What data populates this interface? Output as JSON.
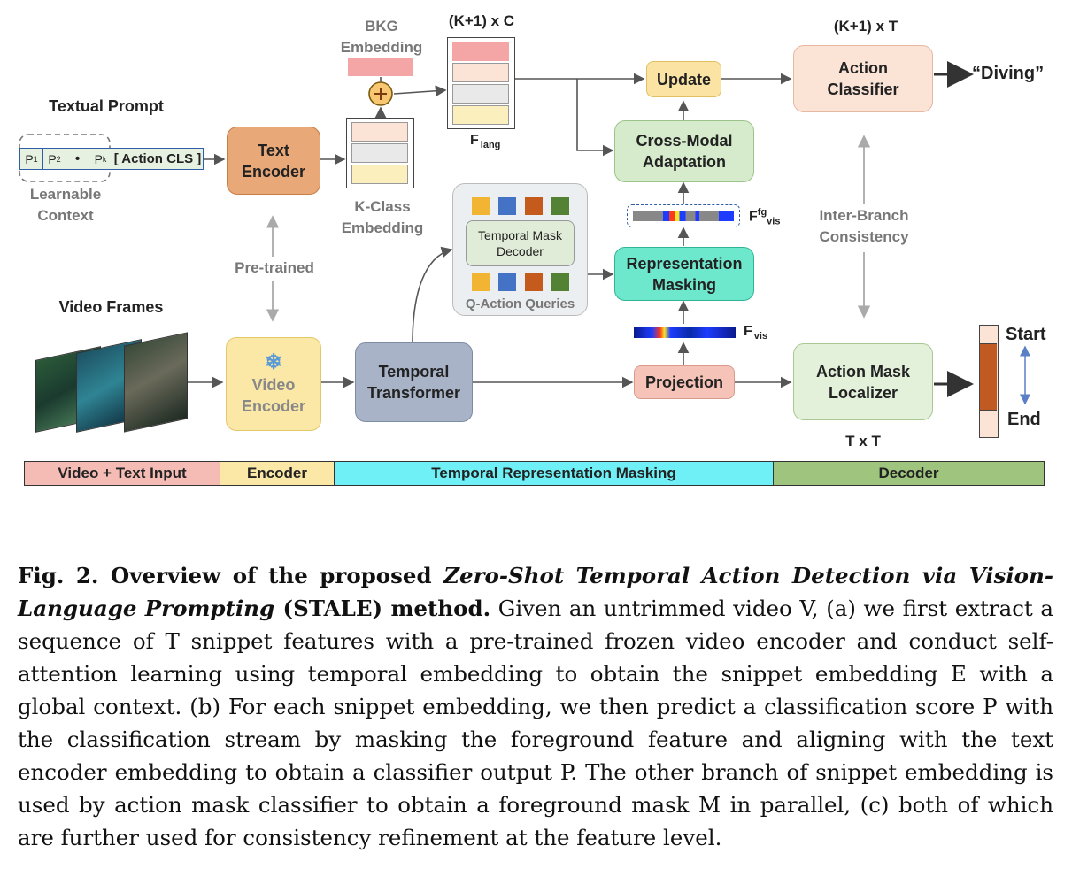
{
  "diagram": {
    "textual_prompt_title": "Textual Prompt",
    "prompt_tokens": [
      "P1",
      "P2",
      "•",
      "Pk"
    ],
    "prompt_cls": "[ Action CLS ]",
    "learnable_context": "Learnable\nContext",
    "text_encoder": "Text\nEncoder",
    "pretrained": "Pre-trained",
    "video_frames_title": "Video Frames",
    "video_encoder": "Video\nEncoder",
    "bkg_embedding": "BKG\nEmbedding",
    "kc_dim": "(K+1) x C",
    "f_lang": "F",
    "f_lang_sub": "lang",
    "k_class_embedding": "K-Class\nEmbedding",
    "temporal_transformer": "Temporal\nTransformer",
    "temporal_mask_decoder": "Temporal Mask\nDecoder",
    "q_action_queries": "Q-Action Queries",
    "update": "Update",
    "cross_modal": "Cross-Modal\nAdaptation",
    "f_fg_vis": "F",
    "f_fg_vis_sup": "fg",
    "f_fg_vis_sub": "vis",
    "representation_masking": "Representation\nMasking",
    "f_vis": "F",
    "f_vis_sub": "vis",
    "projection": "Projection",
    "kt_dim": "(K+1) x T",
    "action_classifier": "Action\nClassifier",
    "diving": "“Diving”",
    "inter_branch": "Inter-Branch\nConsistency",
    "action_mask_localizer": "Action Mask\nLocalizer",
    "tt_dim": "T x T",
    "start": "Start",
    "end": "End",
    "stages": [
      "Video + Text Input",
      "Encoder",
      "Temporal Representation Masking",
      "Decoder"
    ],
    "snowflake": "❄"
  },
  "colors": {
    "text_encoder": "#e8a878",
    "video_encoder": "#fbe7a6",
    "temporal_transformer": "#a9b3c8",
    "update": "#fbe3a3",
    "cross_modal": "#d6ebcb",
    "representation_masking": "#6ee8cd",
    "projection": "#f5c3b8",
    "action_classifier": "#fbe3d6",
    "action_mask_localizer": "#e3f0da",
    "stage_input": "#f4bcb4",
    "stage_encoder": "#fbe7a6",
    "stage_masking": "#6ff0f6",
    "stage_decoder": "#9ec47d"
  },
  "caption": {
    "fig_label": "Fig. 2. Overview of the proposed ",
    "title_italic": "Zero-Shot Temporal Action Detection via Vision-Language Prompting",
    "title_rest": " (STALE) method.",
    "body": " Given an untrimmed video V, (a) we first extract a sequence of T snippet features with a pre-trained frozen video encoder and conduct self-attention learning using temporal embedding to obtain the snippet embedding E with a global context. (b) For each snippet embedding, we then predict a classification score P with the classification stream by masking the foreground feature and aligning with the text encoder embedding to obtain a classifier output P. The other branch of snippet embedding is used by action mask classifier to obtain a foreground mask M in parallel, (c) both of which are further used for consistency refinement at the feature level."
  }
}
